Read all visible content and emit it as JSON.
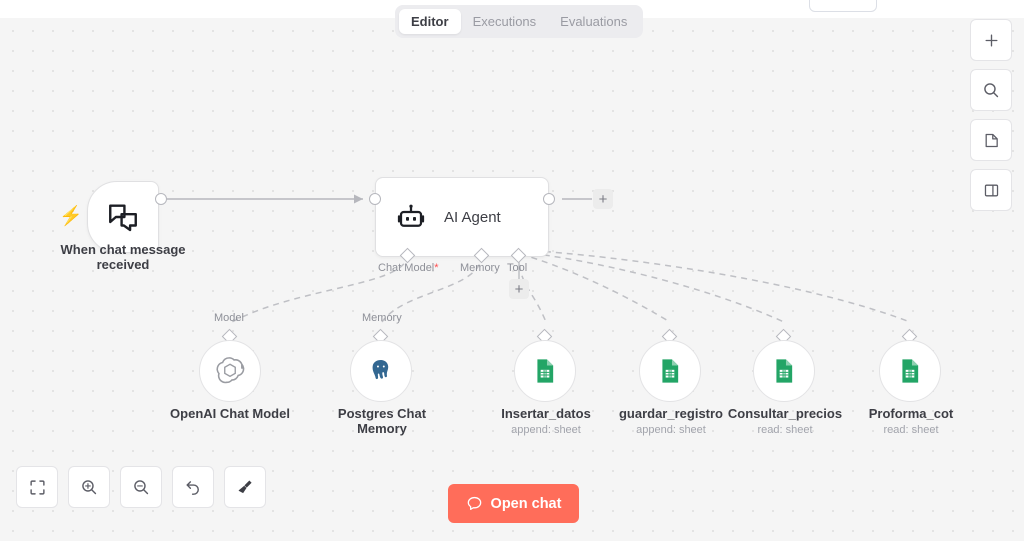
{
  "header": {
    "tabs": [
      {
        "label": "Editor",
        "active": true
      },
      {
        "label": "Executions",
        "active": false
      },
      {
        "label": "Evaluations",
        "active": false
      }
    ]
  },
  "canvas": {
    "trigger_node": {
      "label": "When chat message\nreceived",
      "icon": "chat-bubbles-icon",
      "badge_icon": "lightning-bolt-icon",
      "badge_color": "#ff6d5a"
    },
    "agent_node": {
      "title": "AI Agent",
      "icon": "robot-icon",
      "connectors": [
        {
          "label": "Chat Model",
          "required": true,
          "required_mark": "*"
        },
        {
          "label": "Memory",
          "required": false,
          "required_mark": ""
        },
        {
          "label": "Tool",
          "required": false,
          "required_mark": ""
        }
      ],
      "add_tool_button": "+",
      "output_add_button": "+"
    },
    "sub_nodes": [
      {
        "name": "OpenAI Chat Model",
        "subtitle": "",
        "connector_label": "Model",
        "icon": "openai-icon"
      },
      {
        "name": "Postgres Chat\nMemory",
        "subtitle": "",
        "connector_label": "Memory",
        "icon": "postgres-elephant-icon"
      },
      {
        "name": "Insertar_datos",
        "subtitle": "append: sheet",
        "connector_label": "",
        "icon": "google-sheets-icon"
      },
      {
        "name": "guardar_registro",
        "subtitle": "append: sheet",
        "connector_label": "",
        "icon": "google-sheets-icon"
      },
      {
        "name": "Consultar_precios",
        "subtitle": "read: sheet",
        "connector_label": "",
        "icon": "google-sheets-icon"
      },
      {
        "name": "Proforma_cot",
        "subtitle": "read: sheet",
        "connector_label": "",
        "icon": "google-sheets-icon"
      }
    ]
  },
  "toolbar": {
    "buttons": [
      {
        "icon": "fit-to-view-icon",
        "title": "Zoom to fit"
      },
      {
        "icon": "zoom-in-icon",
        "title": "Zoom in"
      },
      {
        "icon": "zoom-out-icon",
        "title": "Zoom out"
      },
      {
        "icon": "reset-zoom-icon",
        "title": "Reset zoom"
      },
      {
        "icon": "tidy-up-broom-icon",
        "title": "Tidy up"
      }
    ]
  },
  "right_panel": {
    "buttons": [
      {
        "icon": "plus-icon",
        "title": "Add node"
      },
      {
        "icon": "search-icon",
        "title": "Search nodes"
      },
      {
        "icon": "sticky-note-icon",
        "title": "Add sticky note"
      },
      {
        "icon": "toggle-panel-icon",
        "title": "Toggle panel"
      }
    ]
  },
  "open_chat_button": {
    "label": "Open chat",
    "icon": "chat-bubble-icon",
    "color": "#ff6d5a"
  }
}
